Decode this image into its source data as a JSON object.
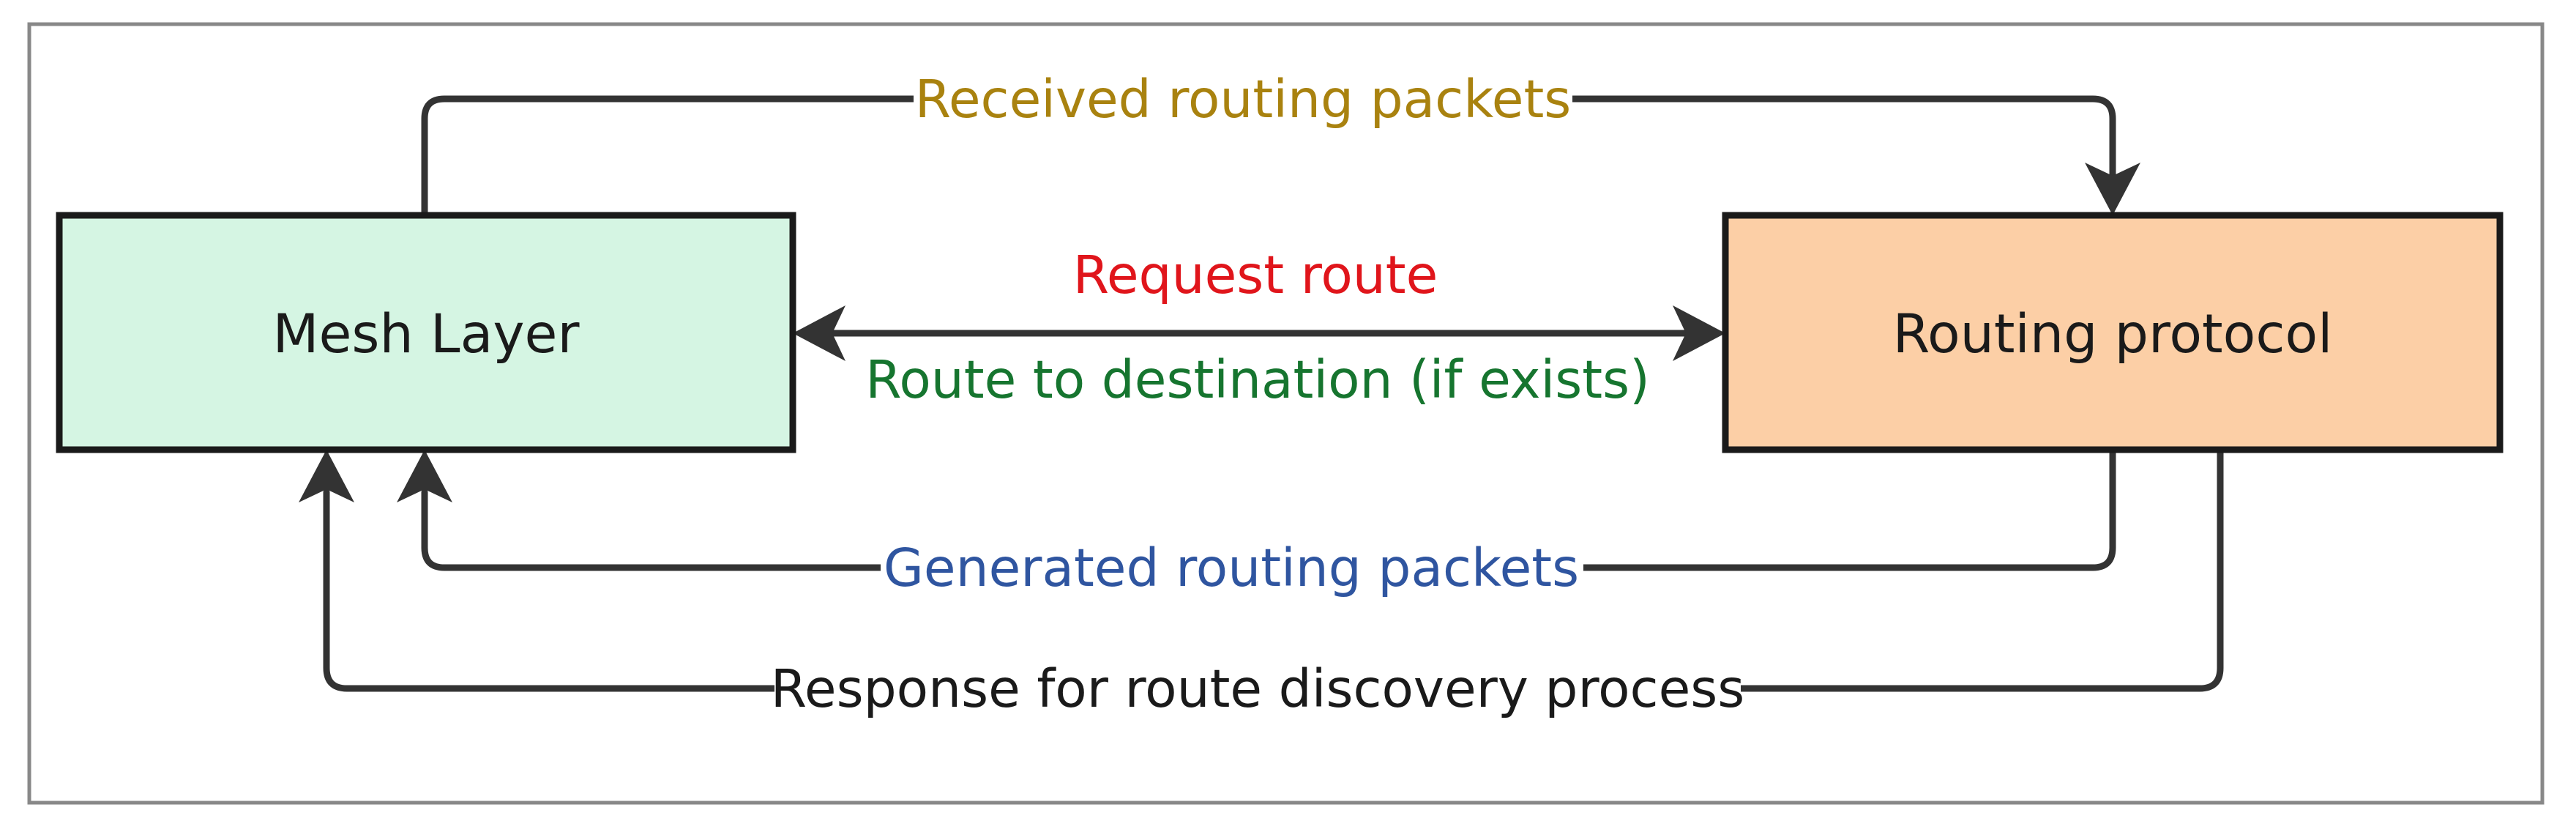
{
  "nodes": {
    "mesh_layer": {
      "label": "Mesh Layer",
      "fill": "#d5f5e3"
    },
    "routing_protocol": {
      "label": "Routing protocol",
      "fill": "#fccfa6"
    }
  },
  "edges": {
    "received": {
      "label": "Received routing packets",
      "color": "#a9820f"
    },
    "request": {
      "label": "Request route",
      "color": "#e0151b"
    },
    "route_to_dest": {
      "label": "Route to destination (if exists)",
      "color": "#16752f"
    },
    "generated": {
      "label": "Generated routing packets",
      "color": "#2f55a0"
    },
    "response": {
      "label": "Response for route discovery process",
      "color": "#1a1a1a"
    }
  },
  "colors": {
    "stroke": "#333333",
    "frame": "#888888"
  }
}
